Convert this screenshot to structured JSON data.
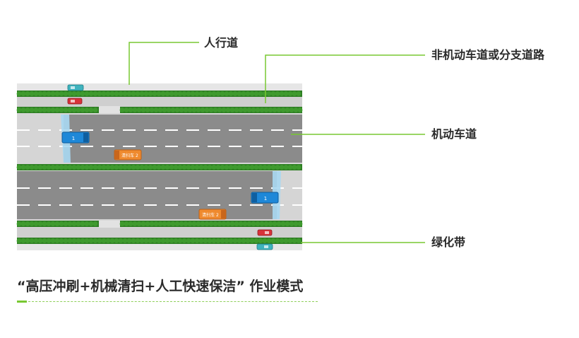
{
  "labels": {
    "sidewalk": "人行道",
    "service_road": "非机动车道或分支道路",
    "motor_lane": "机动车道",
    "green_belt": "绿化带"
  },
  "caption": "“高压冲刷+机械清扫+人工快速保洁” 作业模式",
  "vehicles": {
    "flush_truck_label": "1",
    "sweeper_label": "清扫车 2"
  },
  "colors": {
    "accent": "#78c832",
    "road": "#8b8b8b",
    "shoulder": "#d5d5d5",
    "hedge": "#3f9a2e",
    "flush_truck": "#1e88d8",
    "sweeper": "#ef8a2e",
    "small_car_red": "#d8323a",
    "small_car_teal": "#3fb3be",
    "water_spray": "#a9d8f2"
  }
}
